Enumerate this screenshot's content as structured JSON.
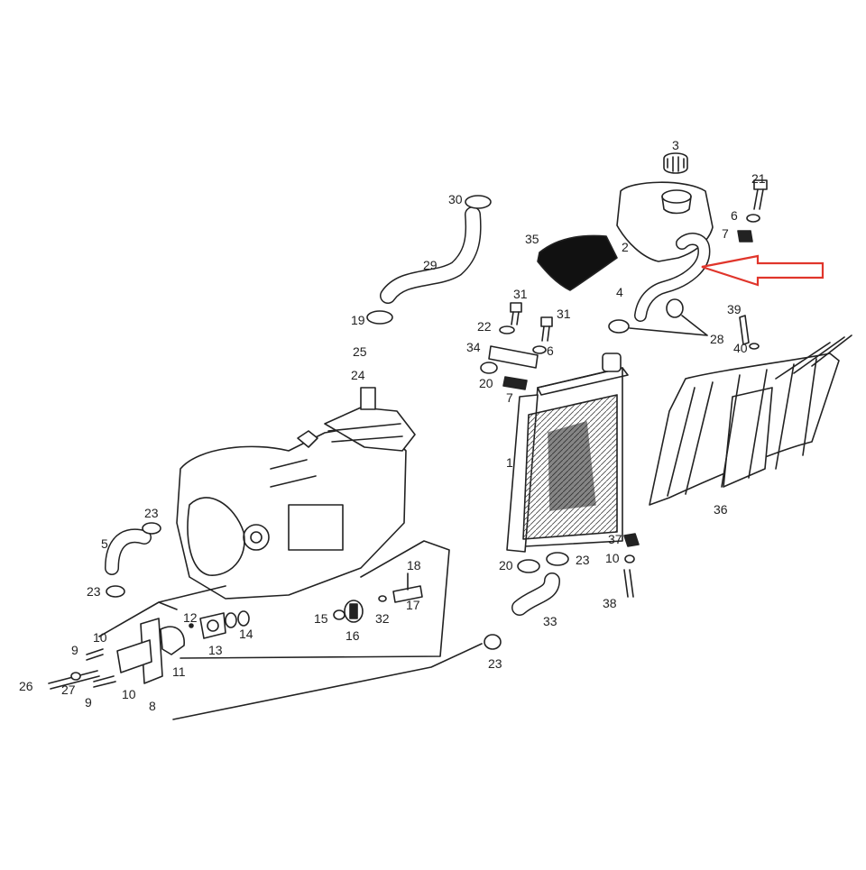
{
  "diagram": {
    "callouts": [
      {
        "id": "c3",
        "text": "3"
      },
      {
        "id": "c21",
        "text": "21"
      },
      {
        "id": "c6a",
        "text": "6"
      },
      {
        "id": "c7a",
        "text": "7"
      },
      {
        "id": "c30",
        "text": "30"
      },
      {
        "id": "c35",
        "text": "35"
      },
      {
        "id": "c2",
        "text": "2"
      },
      {
        "id": "c4",
        "text": "4"
      },
      {
        "id": "c29",
        "text": "29"
      },
      {
        "id": "c31a",
        "text": "31"
      },
      {
        "id": "c31b",
        "text": "31"
      },
      {
        "id": "c19",
        "text": "19"
      },
      {
        "id": "c22",
        "text": "22"
      },
      {
        "id": "c28",
        "text": "28"
      },
      {
        "id": "c39",
        "text": "39"
      },
      {
        "id": "c40",
        "text": "40"
      },
      {
        "id": "c34",
        "text": "34"
      },
      {
        "id": "c6b",
        "text": "6"
      },
      {
        "id": "c25",
        "text": "25"
      },
      {
        "id": "c24",
        "text": "24"
      },
      {
        "id": "c20a",
        "text": "20"
      },
      {
        "id": "c7b",
        "text": "7"
      },
      {
        "id": "c1",
        "text": "1"
      },
      {
        "id": "c36",
        "text": "36"
      },
      {
        "id": "c23a",
        "text": "23"
      },
      {
        "id": "c5",
        "text": "5"
      },
      {
        "id": "c37",
        "text": "37"
      },
      {
        "id": "c20b",
        "text": "20"
      },
      {
        "id": "c23b",
        "text": "23"
      },
      {
        "id": "c10a",
        "text": "10"
      },
      {
        "id": "c18",
        "text": "18"
      },
      {
        "id": "c23c",
        "text": "23"
      },
      {
        "id": "c17",
        "text": "17"
      },
      {
        "id": "c38",
        "text": "38"
      },
      {
        "id": "c33",
        "text": "33"
      },
      {
        "id": "c12",
        "text": "12"
      },
      {
        "id": "c15",
        "text": "15"
      },
      {
        "id": "c32",
        "text": "32"
      },
      {
        "id": "c14",
        "text": "14"
      },
      {
        "id": "c13",
        "text": "13"
      },
      {
        "id": "c16",
        "text": "16"
      },
      {
        "id": "c10b",
        "text": "10"
      },
      {
        "id": "c9a",
        "text": "9"
      },
      {
        "id": "c11",
        "text": "11"
      },
      {
        "id": "c23d",
        "text": "23"
      },
      {
        "id": "c26",
        "text": "26"
      },
      {
        "id": "c27",
        "text": "27"
      },
      {
        "id": "c10c",
        "text": "10"
      },
      {
        "id": "c9b",
        "text": "9"
      },
      {
        "id": "c8",
        "text": "8"
      }
    ],
    "highlight_arrow_color": "#e0352b",
    "line_color": "#222222"
  }
}
